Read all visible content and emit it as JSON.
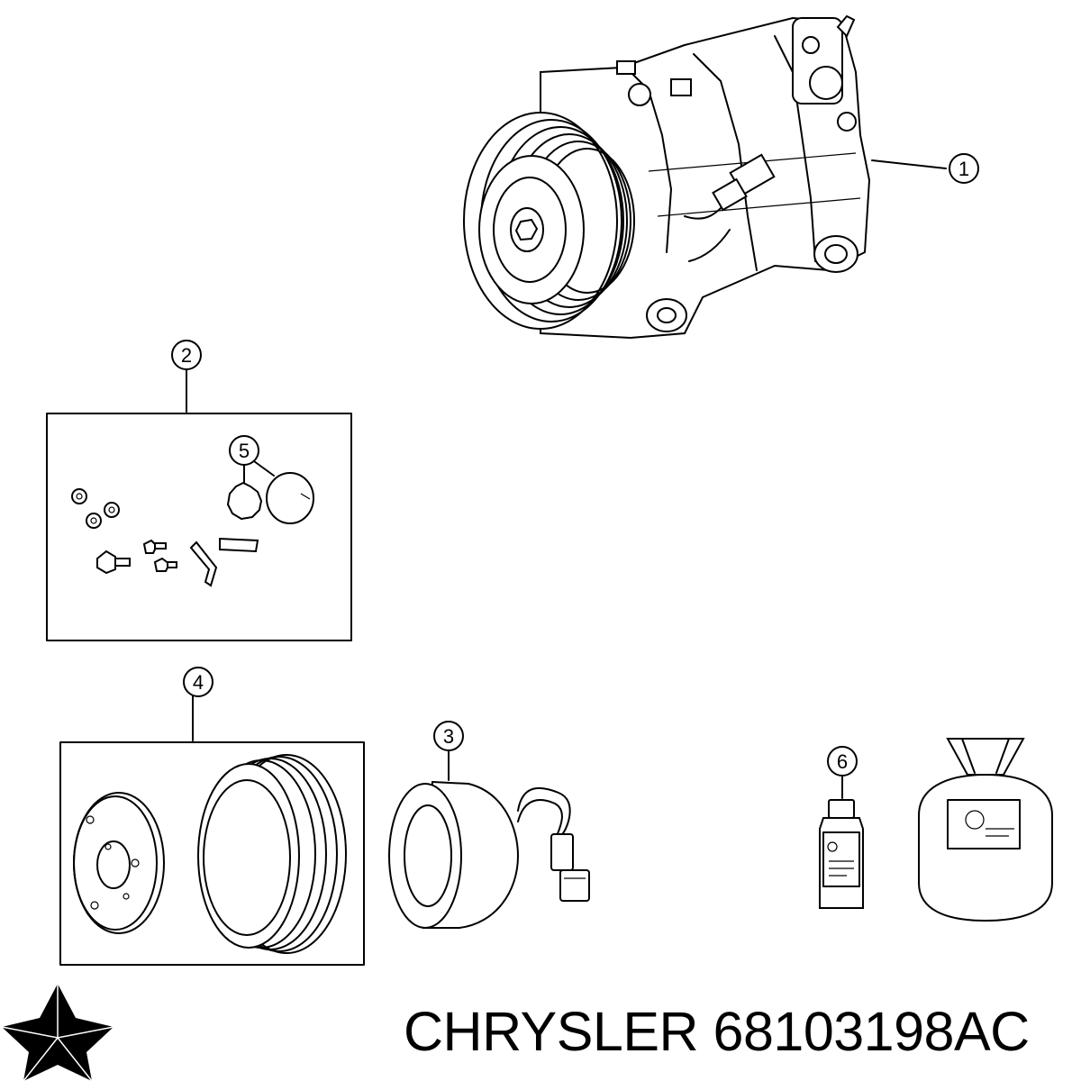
{
  "callouts": [
    "1",
    "2",
    "3",
    "4",
    "5",
    "6"
  ],
  "footer": {
    "brand": "CHRYSLER",
    "part_number": "68103198AC"
  },
  "logo": {
    "icon": "chrysler-pentastar-icon",
    "color": "#000000"
  }
}
